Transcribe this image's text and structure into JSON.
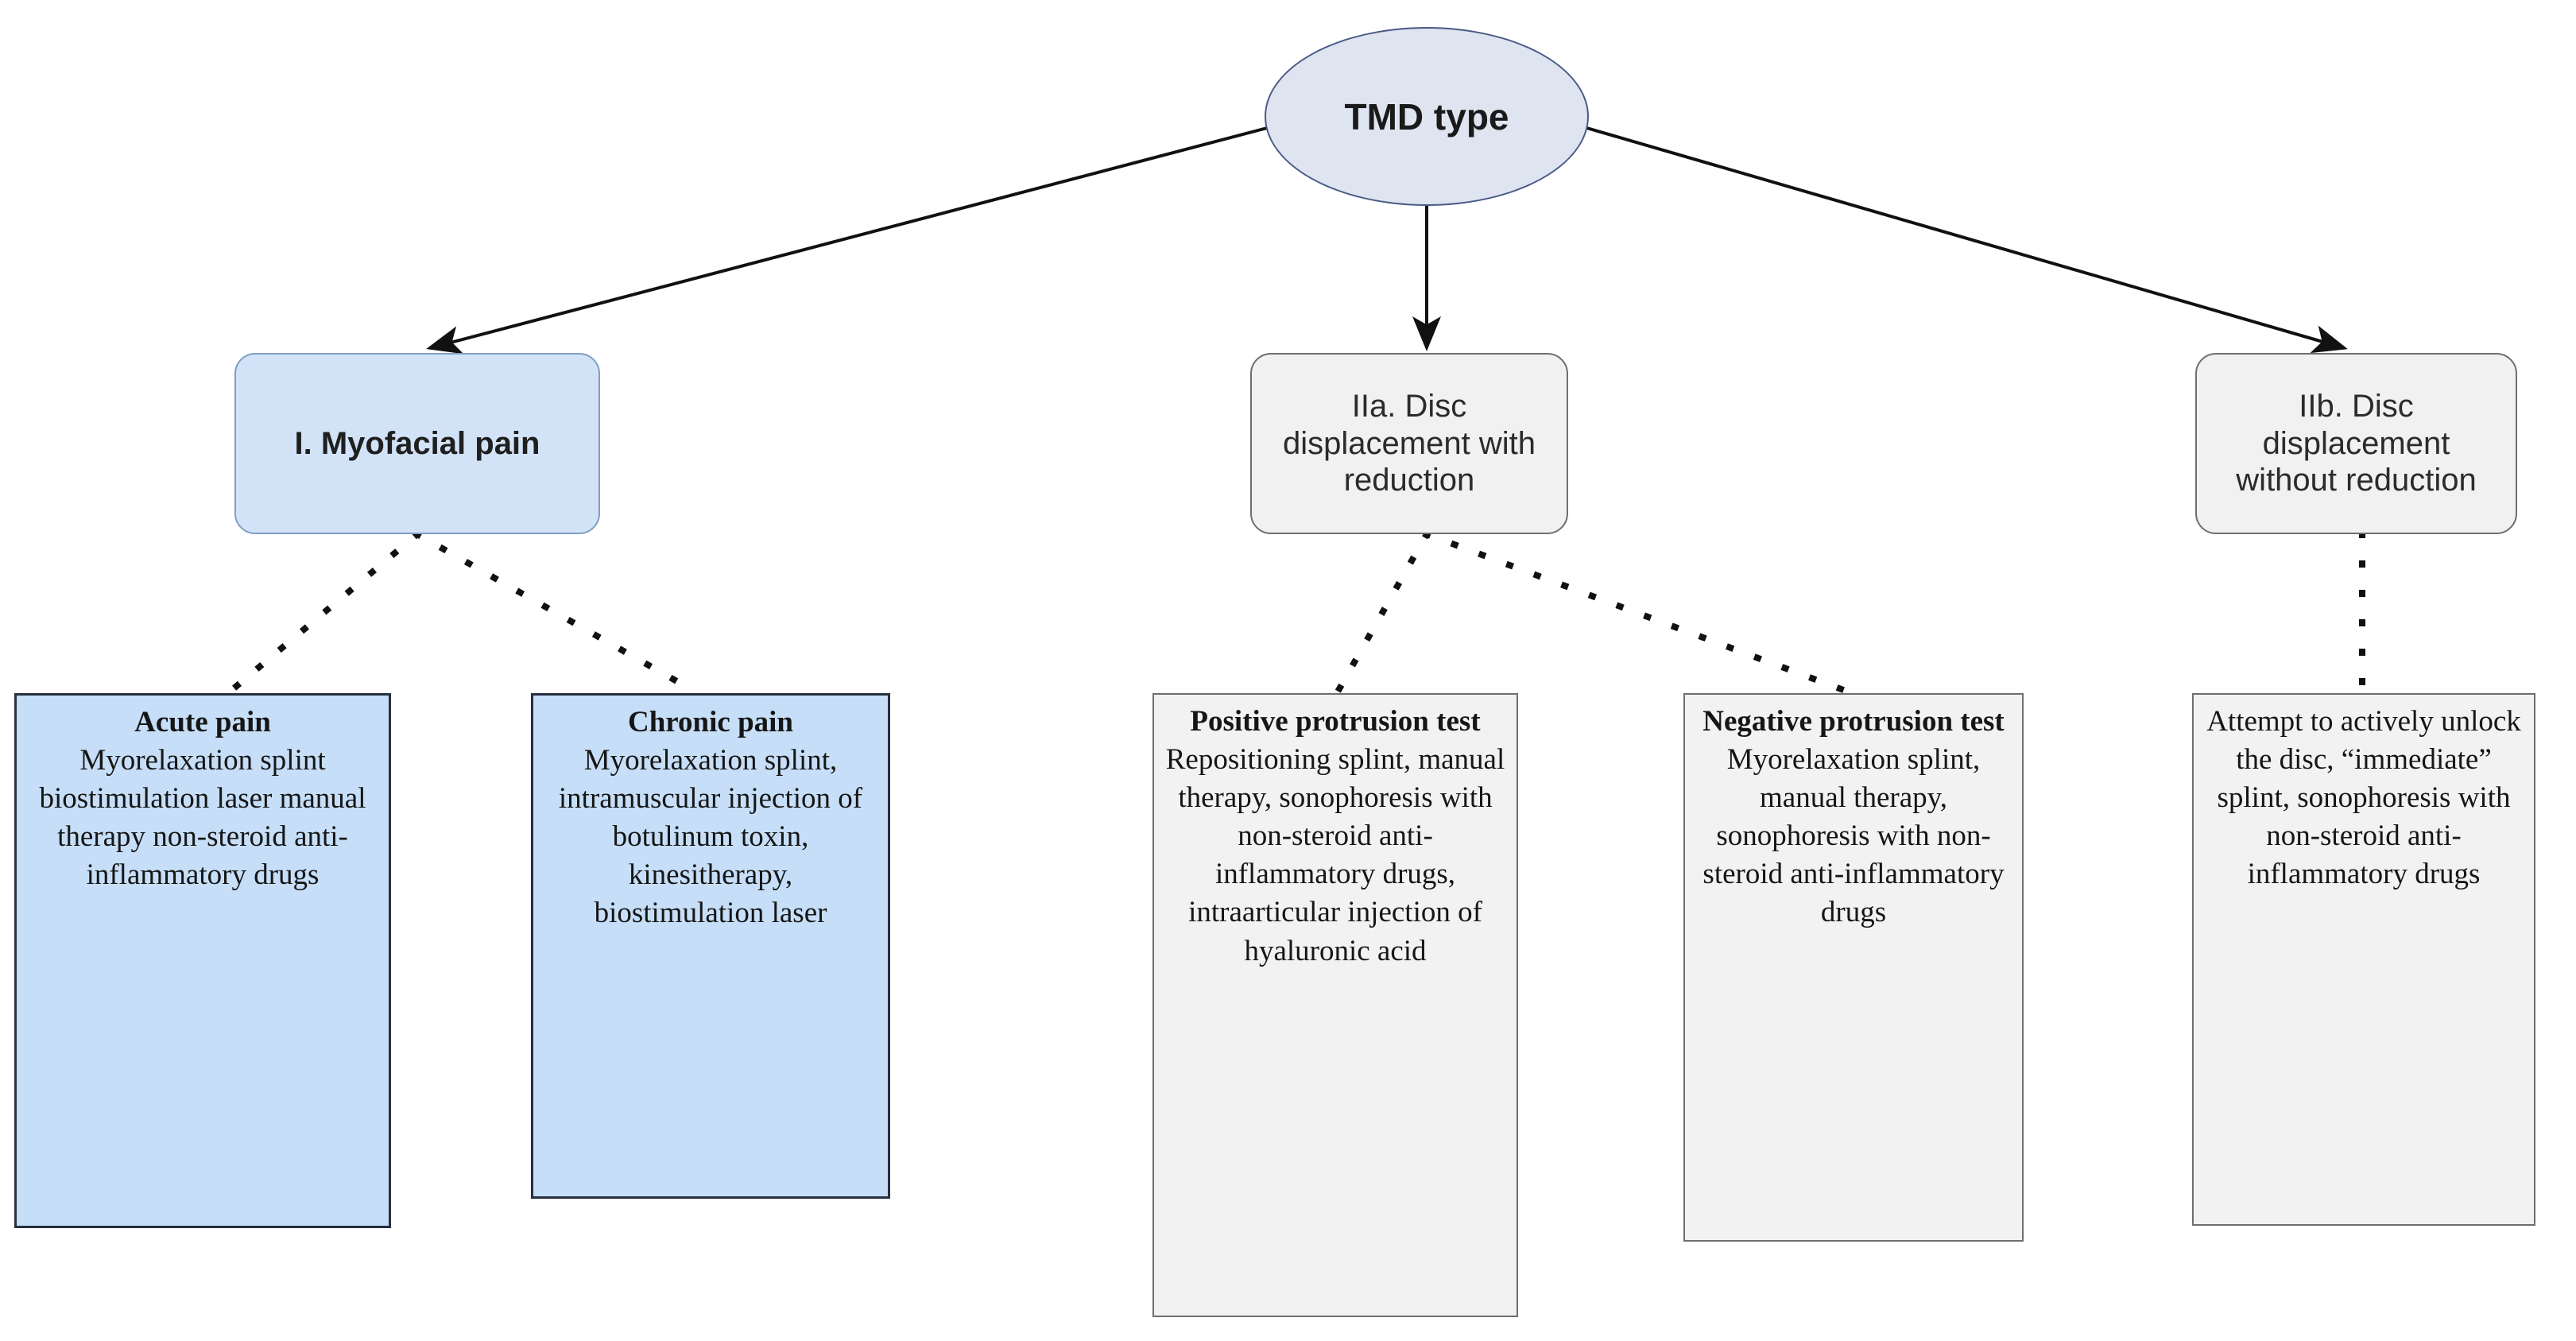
{
  "diagram": {
    "title": "TMD type treatment decision flowchart",
    "colors": {
      "root_fill": "#dfe5f0",
      "root_stroke": "#4a5a87",
      "blue_cat_fill": "#d2e3f7",
      "blue_cat_stroke": "#7f9ec4",
      "grey_fill": "#f1f1f1",
      "grey_stroke": "#6e6e6e",
      "blue_leaf_fill": "#c6def7",
      "blue_leaf_stroke": "#27303f",
      "connector": "#111111"
    },
    "root": {
      "label": "TMD type"
    },
    "categories": [
      {
        "id": "myofacial",
        "label": "I. Myofacial pain",
        "style": "blue"
      },
      {
        "id": "disc-with-reduction",
        "label": "IIa. Disc displacement with reduction",
        "style": "grey"
      },
      {
        "id": "disc-without-reduction",
        "label": "IIb. Disc displacement without reduction",
        "style": "grey"
      }
    ],
    "treatments": [
      {
        "id": "acute-pain",
        "heading": "Acute pain",
        "body": "Myorelaxation splint biostimulation laser manual therapy non-steroid anti-inflammatory drugs",
        "style": "blue",
        "parent": "myofacial"
      },
      {
        "id": "chronic-pain",
        "heading": "Chronic pain",
        "body": "Myorelaxation splint, intramuscular injection of botulinum toxin, kinesitherapy, biostimulation laser",
        "style": "blue",
        "parent": "myofacial"
      },
      {
        "id": "positive-protrusion-test",
        "heading": "Positive protrusion test",
        "body": "Repositioning splint, manual therapy, sonophoresis with non-steroid anti-inflammatory drugs, intraarticular injection of hyaluronic acid",
        "style": "grey",
        "parent": "disc-with-reduction"
      },
      {
        "id": "negative-protrusion-test",
        "heading": "Negative protrusion test",
        "body": "Myorelaxation splint, manual therapy, sonophoresis with non-steroid anti-inflammatory drugs",
        "style": "grey",
        "parent": "disc-with-reduction"
      },
      {
        "id": "unlock-disc",
        "heading": "",
        "body": "Attempt to actively unlock the disc, “immediate” splint, sonophoresis with non-steroid anti-inflammatory drugs",
        "style": "grey",
        "parent": "disc-without-reduction"
      }
    ],
    "connector_types": {
      "root_to_category": "solid-arrow",
      "category_to_treatment": "dotted"
    }
  }
}
